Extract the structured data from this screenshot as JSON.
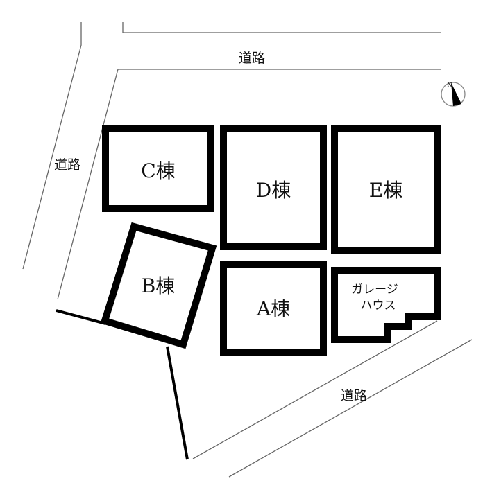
{
  "roads": {
    "north_label": "道路",
    "west_label": "道路",
    "south_label": "道路"
  },
  "buildings": {
    "a": "A棟",
    "b": "B棟",
    "c": "C棟",
    "d": "D棟",
    "e": "E棟",
    "garage_line1": "ガレージ",
    "garage_line2": "ハウス"
  },
  "compass": {
    "label": "N"
  },
  "colors": {
    "line": "#000000",
    "road_line": "#555555"
  }
}
